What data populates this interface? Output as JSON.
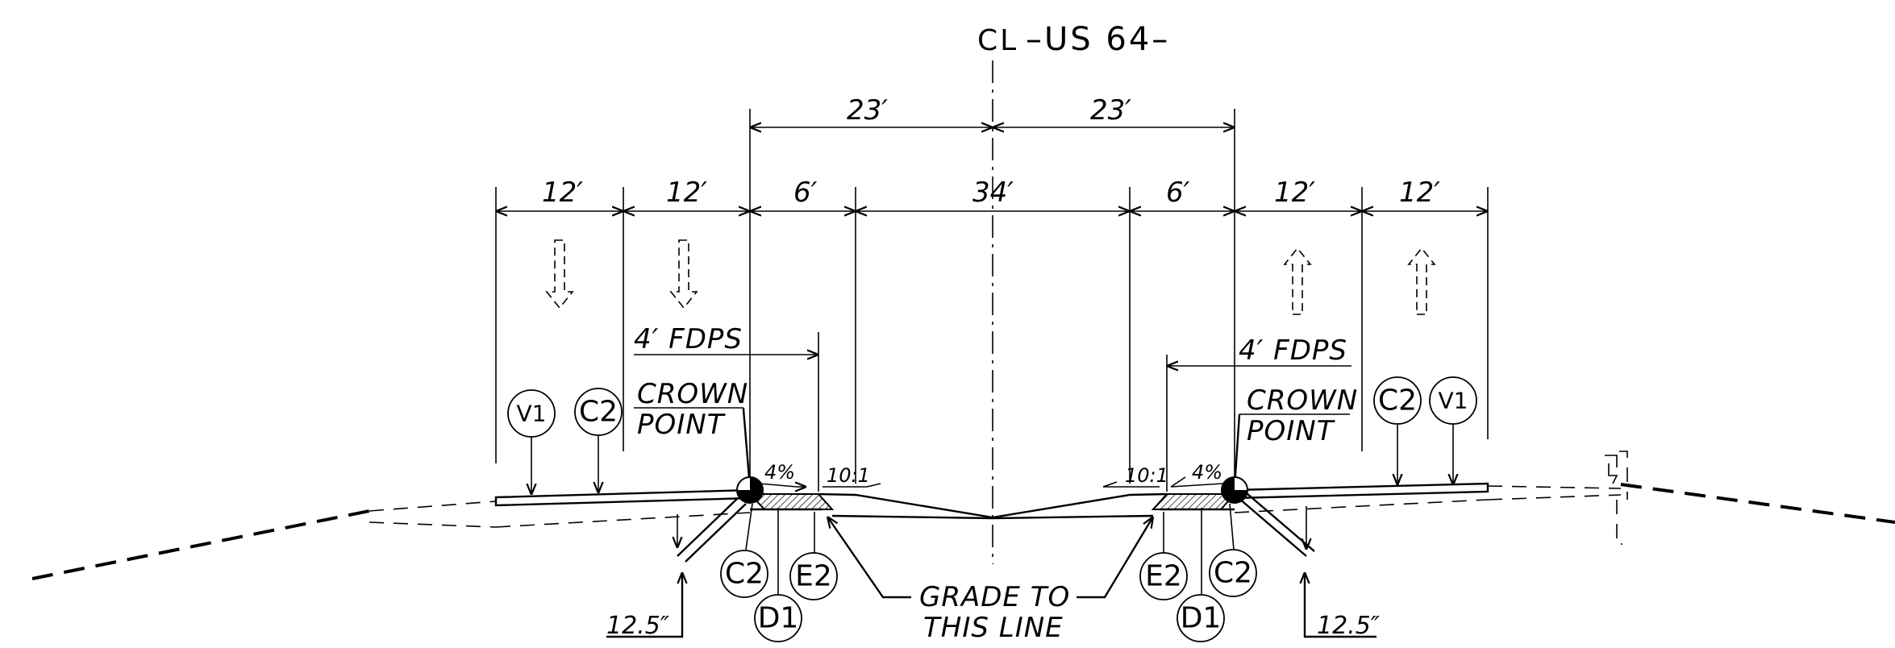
{
  "centerline": {
    "symbol": "CL",
    "route": "–US 64–"
  },
  "dimensions": {
    "half_width_left": "23′",
    "half_width_right": "23′",
    "lane_1_left": "12′",
    "lane_2_left": "12′",
    "shoulder_left": "6′",
    "median": "34′",
    "shoulder_right": "6′",
    "lane_1_right": "12′",
    "lane_2_right": "12′"
  },
  "notes": {
    "fdps_left": "4′ FDPS",
    "fdps_right": "4′ FDPS",
    "crown_line1_left": "CROWN",
    "crown_line2_left": "POINT",
    "crown_line1_right": "CROWN",
    "crown_line2_right": "POINT",
    "slope_left": "4%",
    "slope_right": "4%",
    "ratio_left": "10:1",
    "ratio_right": "10:1",
    "depth_left": "12.5″",
    "depth_right": "12.5″",
    "grade_line1": "GRADE TO",
    "grade_line2": "THIS LINE"
  },
  "callouts": {
    "v1_left": "V1",
    "c2_left_top": "C2",
    "c2_left_bottom": "C2",
    "d1_left": "D1",
    "e2_left": "E2",
    "e2_right": "E2",
    "d1_right": "D1",
    "c2_right_bottom": "C2",
    "c2_right_top": "C2",
    "v1_right": "V1"
  },
  "icons": {
    "lane_arrow_down": "down-arrow-dashed-icon",
    "lane_arrow_up": "up-arrow-dashed-icon",
    "crown_point_marker": "half-filled-circle-icon"
  }
}
